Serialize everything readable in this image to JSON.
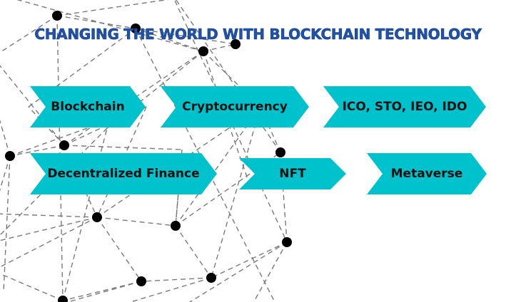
{
  "title": "CHANGING THE WORLD WITH BLOCKCHAIN TECHNOLOGY",
  "tags": [
    "Blockchain",
    "Cryptocurrency",
    "ICO, STO, IEO, IDO",
    "Decentralized Finance",
    "NFT",
    "Metaverse"
  ],
  "colors": {
    "title": "#1f52a8",
    "tag_fill": "#00c2cc",
    "tag_text": "#111111",
    "network_line": "#7a7a7a",
    "network_node": "#000000"
  }
}
